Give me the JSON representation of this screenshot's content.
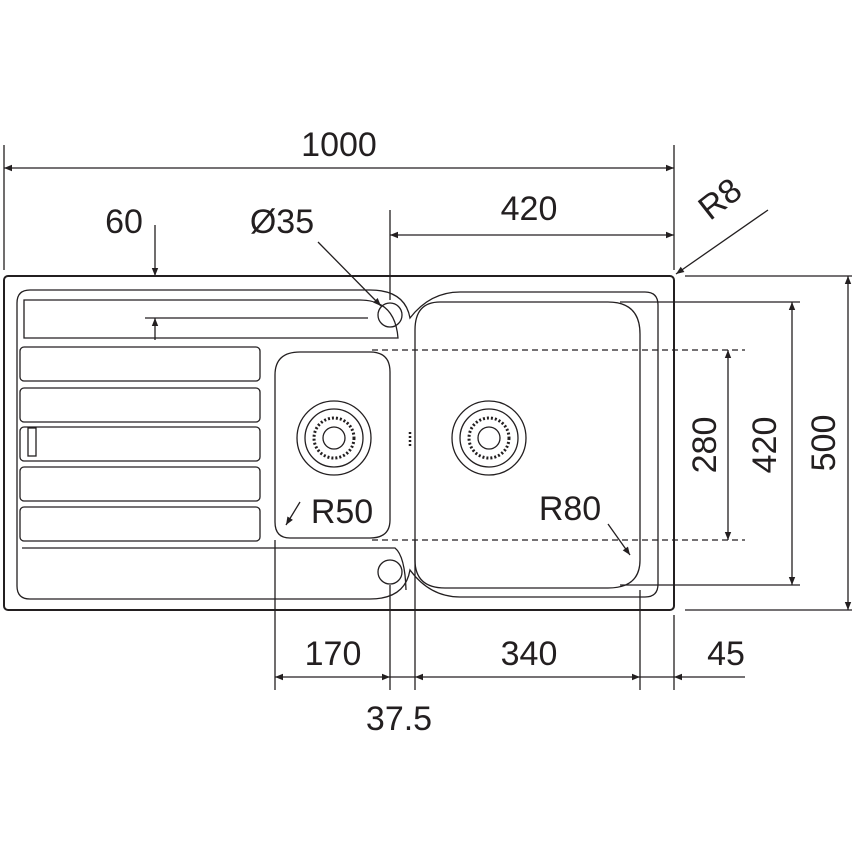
{
  "dimensions": {
    "overall_width": "1000",
    "drainer_inset": "60",
    "tap_hole": "Ø35",
    "main_bowl_offset": "420",
    "corner_radius": "R8",
    "bowl_height_inner": "280",
    "bowl_height": "420",
    "overall_depth": "500",
    "small_bowl_radius": "R50",
    "main_bowl_radius": "R80",
    "small_bowl_width": "170",
    "divider_width": "37.5",
    "main_bowl_width": "340",
    "right_rim": "45"
  },
  "colors": {
    "line": "#231f20",
    "background": "#ffffff"
  }
}
